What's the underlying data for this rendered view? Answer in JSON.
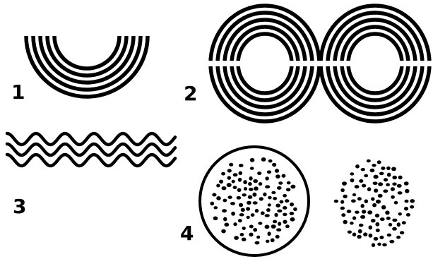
{
  "figure": {
    "panels": [
      {
        "label": "1",
        "pattern": "nested-semicircular-arcs"
      },
      {
        "label": "2",
        "pattern": "split-concentric-ellipses"
      },
      {
        "label": "3",
        "pattern": "parallel-wavy-lines"
      },
      {
        "label": "4",
        "pattern": "dot-clusters"
      }
    ],
    "colors": {
      "ink": "#000000",
      "background": "#ffffff"
    }
  }
}
